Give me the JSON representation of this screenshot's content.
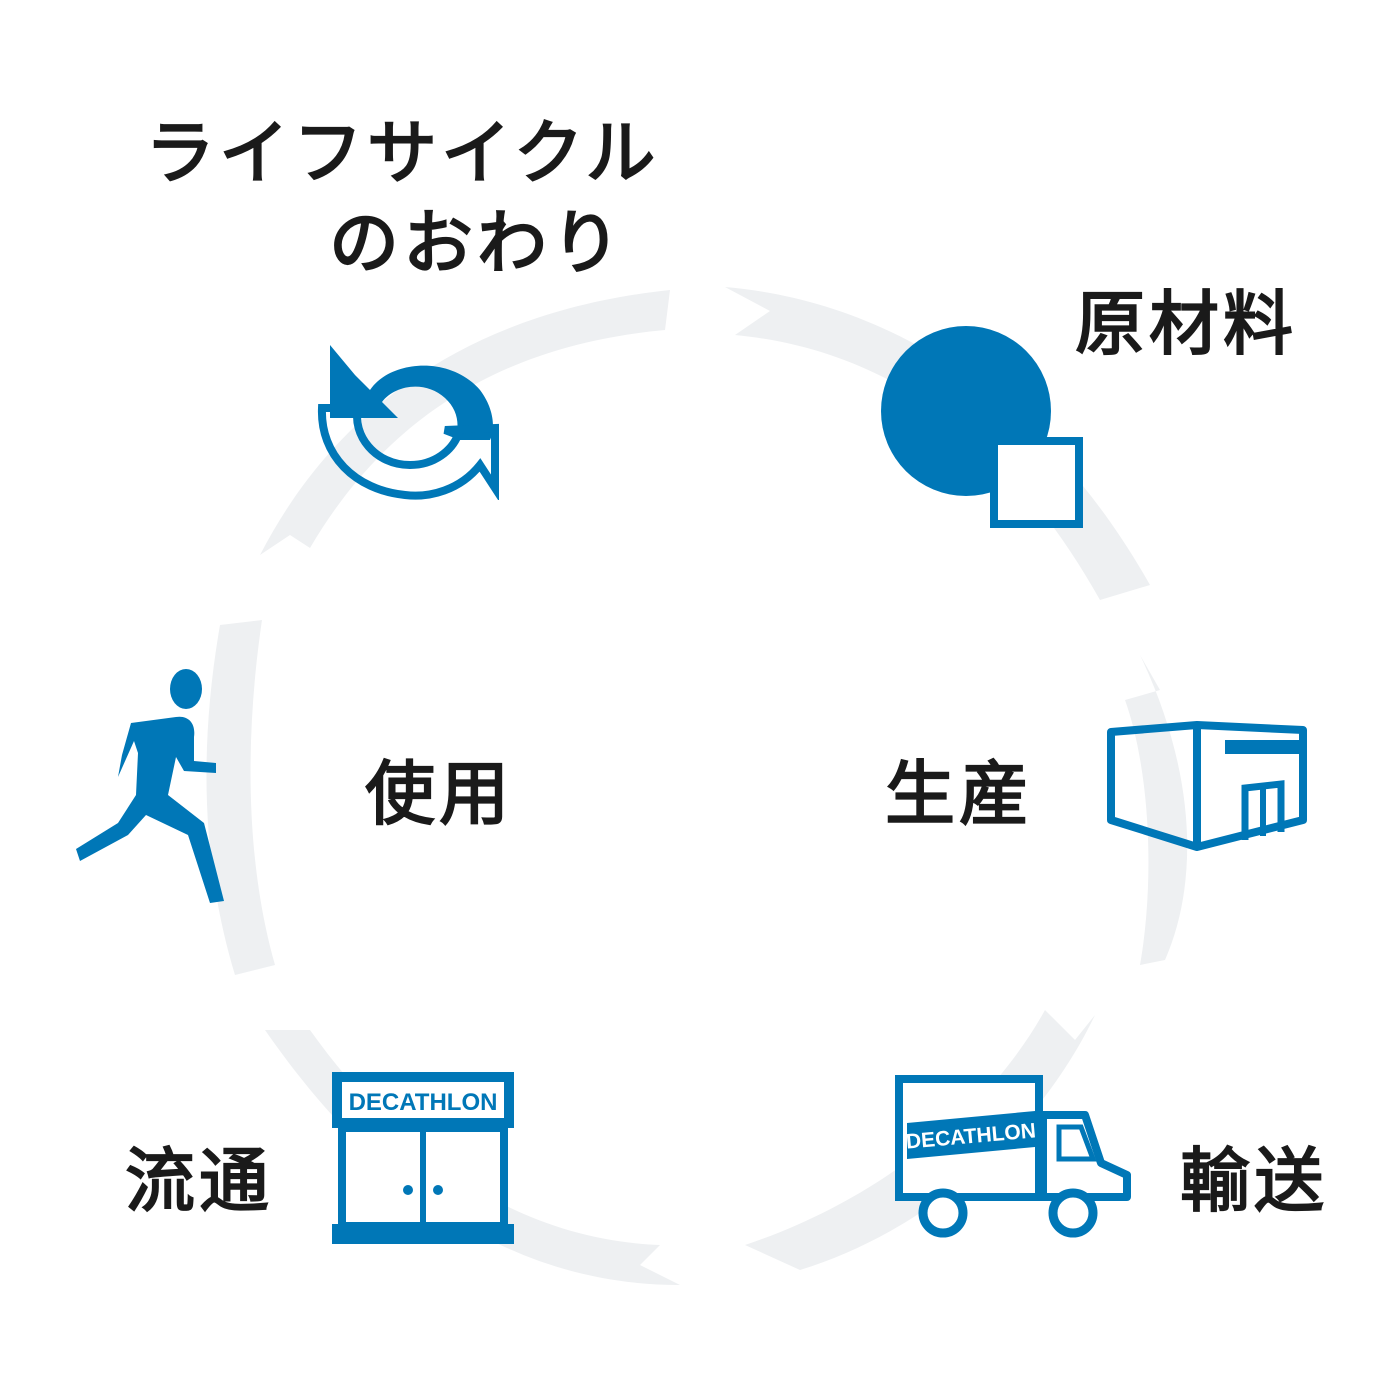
{
  "diagram": {
    "stages": {
      "raw_materials": "原材料",
      "production": "生産",
      "transport": "輸送",
      "distribution": "流通",
      "use": "使用",
      "end_of_life_line1": "ライフサイクル",
      "end_of_life_line2": "のおわり"
    },
    "brand_text": "DECATHLON",
    "colors": {
      "accent": "#0077b7",
      "ring": "#eef0f2",
      "text": "#1a1a1a"
    },
    "icons": [
      "recycle-icon",
      "raw-materials-icon",
      "factory-icon",
      "delivery-truck-icon",
      "store-icon",
      "runner-icon"
    ]
  }
}
